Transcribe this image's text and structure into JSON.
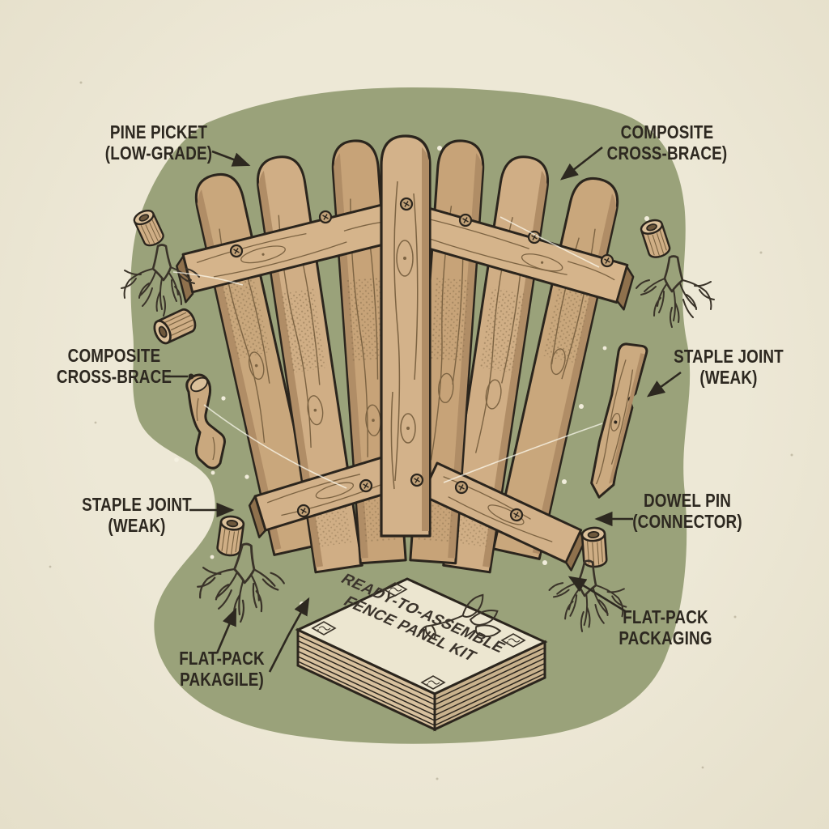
{
  "illustration": {
    "title": "Ready-to-Assemble Fence Panel Kit exploded diagram",
    "box": {
      "line1": "READY-TO-ASSEMBLE",
      "line2": "FENCE PANEL KIT"
    },
    "labels": {
      "pine_picket": {
        "line1": "PINE PICKET",
        "line2": "(LOW-GRADE)"
      },
      "composite_cross_brace_top": {
        "line1": "COMPOSITE",
        "line2": "CROSS-BRACE)"
      },
      "composite_cross_brace_left": {
        "line1": "COMPOSITE",
        "line2": "CROSS-BRACE"
      },
      "staple_joint_right": {
        "line1": "STAPLE JOINT",
        "line2": "(WEAK)"
      },
      "staple_joint_left": {
        "line1": "STAPLE JOINT",
        "line2": "(WEAK)"
      },
      "dowel_pin": {
        "line1": "DOWEL PIN",
        "line2": "(CONNECTOR)"
      },
      "flat_pack_left": {
        "line1": "FLAT-PACK",
        "line2": "PAKAGILE)"
      },
      "flat_pack_right": {
        "line1": "FLAT-PACK",
        "line2": "PACKAGING"
      }
    },
    "colors": {
      "paper": "#ece7d5",
      "blob_green": "#9aa27a",
      "wood": "#cdab82",
      "wood_shade": "#ad8b65",
      "outline": "#2b251d",
      "ink": "#2d2820",
      "box_top": "#ece6d0"
    },
    "icons": [
      "root-twig-icon",
      "dowel-pin-icon",
      "screw-icon",
      "leaf-sprig-icon",
      "stamp-icon",
      "arrow-icon"
    ]
  }
}
